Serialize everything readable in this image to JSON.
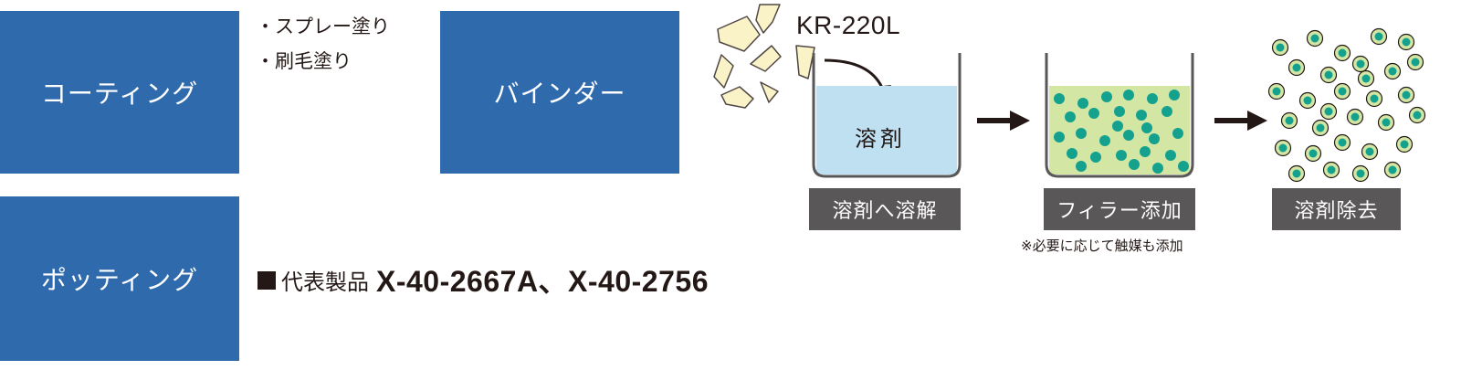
{
  "applications": {
    "coating": "コーティング",
    "binder": "バインダー",
    "potting": "ポッティング"
  },
  "coating_methods": [
    "・スプレー塗り",
    "・刷毛塗り"
  ],
  "representative": {
    "label": "代表製品",
    "products": "X-40-2667A、X-40-2756"
  },
  "process": {
    "material": "KR-220L",
    "solvent": "溶剤",
    "steps": [
      "溶剤へ溶解",
      "フィラー添加",
      "溶剤除去"
    ],
    "note": "※必要に応じて触媒も添加"
  },
  "colors": {
    "box_blue": "#2f6aad",
    "label_gray": "#595757",
    "solvent_blue": "#bfe0f1",
    "filler_green": "#d3e6a4",
    "particle_teal": "#14a28e",
    "flake_cream": "#fbf3c8"
  }
}
